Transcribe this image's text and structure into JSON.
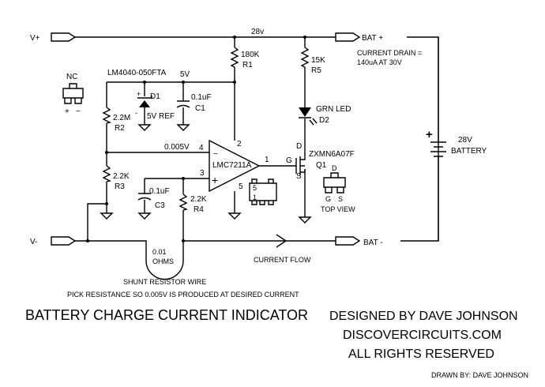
{
  "watermark": {
    "line1": "DiscoverCircuits.com",
    "line2": "ALL Rights Reserved"
  },
  "nodes": {
    "vplus": "V+",
    "vminus": "V-",
    "bat_plus": "BAT +",
    "bat_minus": "BAT -",
    "rail": "28v",
    "ref": "5V",
    "fb": "0.005V"
  },
  "components": {
    "r1": {
      "value": "180K",
      "ref": "R1"
    },
    "r2": {
      "value": "2.2M",
      "ref": "R2"
    },
    "r3": {
      "value": "2.2K",
      "ref": "R3"
    },
    "r4": {
      "value": "2.2K",
      "ref": "R4"
    },
    "r5": {
      "value": "15K",
      "ref": "R5"
    },
    "c1": {
      "value": "0.1uF",
      "ref": "C1"
    },
    "c3": {
      "value": "0.1uF",
      "ref": "C3"
    },
    "d1": {
      "part": "LM4040-050FTA",
      "ref": "D1",
      "desc": "5V REF",
      "plus": "+",
      "minus": "-"
    },
    "d2": {
      "desc": "GRN LED",
      "ref": "D2"
    },
    "u1": {
      "part": "LMC7211A",
      "pin1": "1",
      "pin2": "2",
      "pin3": "3",
      "pin4": "4",
      "pin5": "5",
      "minus": "−",
      "plus": "+",
      "pkg5": "5",
      "pkg1": "1"
    },
    "q1": {
      "part": "ZXMN6A07F",
      "ref": "Q1",
      "d": "D",
      "g": "G",
      "s": "S",
      "top_view": "TOP VIEW"
    },
    "nc": {
      "label": "NC",
      "plus": "+",
      "minus": "−"
    },
    "battery": {
      "value": "28V",
      "label": "BATTERY",
      "plus": "+"
    },
    "shunt": {
      "value": "0.01",
      "unit": "OHMS"
    }
  },
  "notes": {
    "drain1": "CURRENT DRAIN =",
    "drain2": "140uA AT 30V",
    "flow": "CURRENT FLOW",
    "shunt": "SHUNT RESISTOR WIRE",
    "pick": "PICK RESISTANCE SO 0.005V IS PRODUCED AT DESIRED CURRENT"
  },
  "footer": {
    "title": "BATTERY CHARGE CURRENT INDICATOR",
    "designed": "DESIGNED BY DAVE JOHNSON",
    "site": "DISCOVERCIRCUITS.COM",
    "rights": "ALL RIGHTS RESERVED",
    "drawn": "DRAWN BY:  DAVE JOHNSON"
  }
}
